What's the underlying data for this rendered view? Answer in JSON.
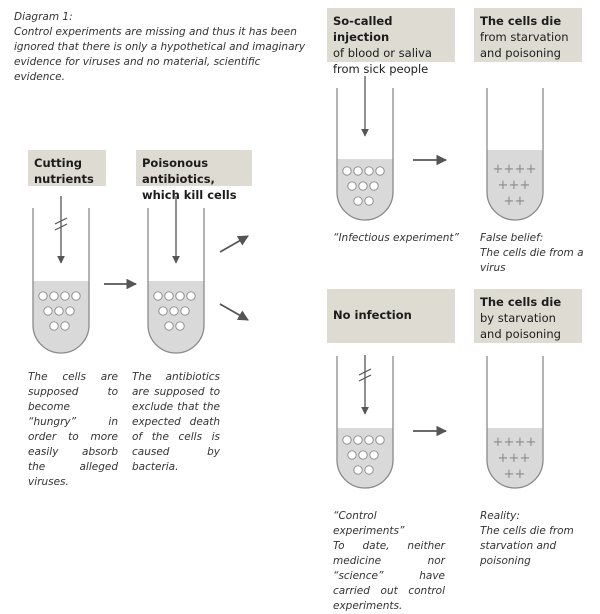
{
  "intro": {
    "title": "Diagram 1:",
    "text": "Control experiments are missing and thus it has been ignored that there is only a hypothetical and imaginary evidence for viruses and no material, scientific evidence."
  },
  "boxes": {
    "cutting": {
      "line1": "Cutting",
      "line2": "nutrients"
    },
    "antibiotics": {
      "line1": "Poisonous antibiotics,",
      "line2": "which kill cells"
    },
    "injection": {
      "line1": "So-called injection",
      "line2": "of blood or saliva",
      "line3": "from sick people"
    },
    "die_top": {
      "line1": "The cells die",
      "line2": "from starvation",
      "line3": "and poisoning"
    },
    "no_infection": {
      "line1": "No infection"
    },
    "die_bottom": {
      "line1": "The cells die",
      "line2": "by starvation",
      "line3": "and poisoning"
    }
  },
  "captions": {
    "cutting": "The cells are supposed to become “hungry” in order to more easily absorb the alleged viruses.",
    "antibiotics": "The antibiotics are supposed to exclude that the expected death of the cells is caused by bacteria.",
    "infectious": "“Infectious experiment”",
    "false_belief_1": "False belief:",
    "false_belief_2": "The cells die from a virus",
    "control_1": "“Control experiments”",
    "control_2": "To date, neither medicine nor “science” have carried out control experiments.",
    "reality_1": "Reality:",
    "reality_2": "The cells die from starvation and poisoning"
  },
  "colors": {
    "box_bg": "#dedbd2",
    "liquid": "#d9d9d9",
    "outline": "#8a8a8a",
    "arrow": "#555555"
  }
}
